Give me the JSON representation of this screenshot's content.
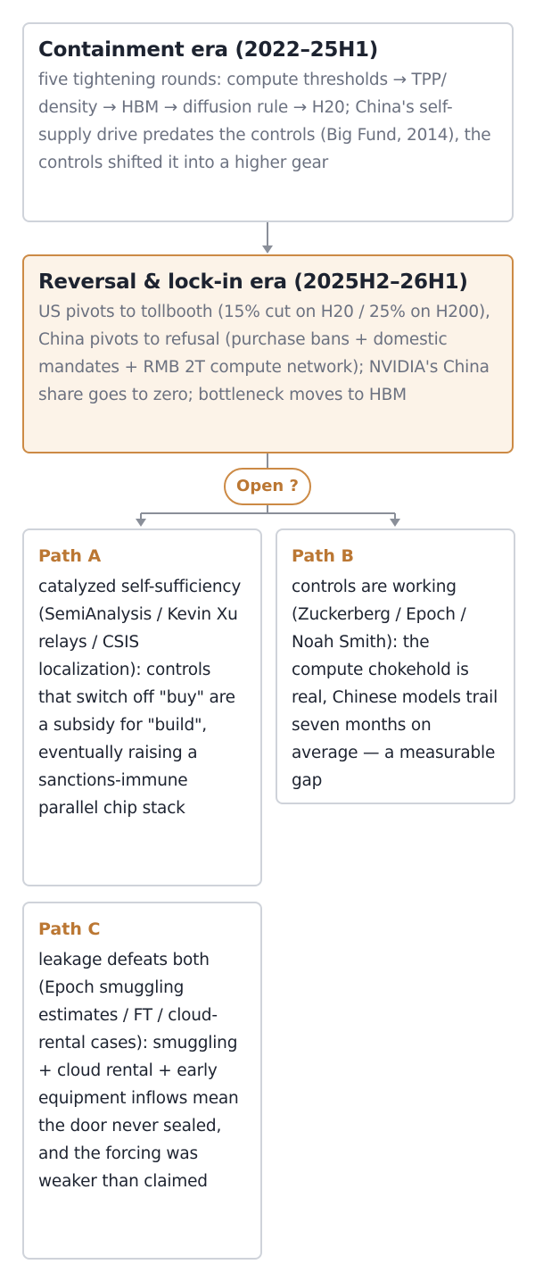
{
  "eras": [
    {
      "title": "Containment era (2022–25H1)",
      "body": "five tightening rounds: compute thresholds → TPP/ density → HBM → diffusion rule → H20; China's self-supply drive predates the controls (Big Fund, 2014), the controls shifted it into a higher gear"
    },
    {
      "title": "Reversal & lock-in era (2025H2–26H1)",
      "body": "US pivots to tollbooth (15% cut on H20 / 25% on H200), China pivots to refusal (purchase bans + domestic mandates + RMB 2T compute network); NVIDIA's China share goes to zero; bottleneck moves to HBM"
    }
  ],
  "question_label": "Open ?",
  "paths": [
    {
      "title": "Path A",
      "body": "catalyzed self-sufficiency (SemiAnalysis / Kevin Xu relays / CSIS localization): controls that switch off \"buy\" are a subsidy for \"build\", eventually raising a sanctions-immune parallel chip stack"
    },
    {
      "title": "Path B",
      "body": "controls are working (Zuckerberg / Epoch / Noah Smith): the compute chokehold is real, Chinese models trail seven months on average — a measurable gap"
    },
    {
      "title": "Path C",
      "body": "leakage defeats both (Epoch smuggling estimates / FT / cloud-rental cases): smuggling + cloud rental + early equipment inflows mean the door never sealed, and the forcing was weaker than claimed"
    }
  ],
  "colors": {
    "accent": "#cc8a45",
    "accent_text": "#bb7733",
    "highlight_bg": "#fcf3e8",
    "border": "#cfd3da",
    "connector": "#8a8f99",
    "title_text": "#1d2330",
    "muted_text": "#6b7180"
  }
}
